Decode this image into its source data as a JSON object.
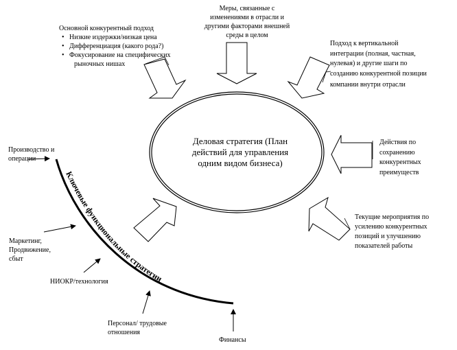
{
  "center": {
    "lines": [
      "Деловая стратегия (План",
      "действий для управления",
      "одним видом бизнеса)"
    ]
  },
  "top_left": {
    "title": "Основной конкурентный подход",
    "bullets": [
      "Низкие издержки/низкая цена",
      "Дифференциация (какого рода?)",
      "Фокусирование на специфических"
    ],
    "continuation": "рыночных нишах"
  },
  "top_center": {
    "lines": [
      "Меры, связанные с",
      "изменениями в отрасли и",
      "другими факторами внешней",
      "среды в целом"
    ]
  },
  "top_right": {
    "lines": [
      "Подход к вертикальной",
      "интеграции (полная, частная,",
      "нулевая) и другие шаги по",
      "созданию конкурентной позиции",
      "компании внутри отрасли"
    ]
  },
  "right": {
    "lines": [
      "Действия по",
      "сохранению",
      "конкурентных",
      "преимуществ"
    ]
  },
  "bottom_right": {
    "lines": [
      "Текущие мероприятия по",
      "усилению конкурентных",
      "позиций и улучшению",
      "показателей работы"
    ]
  },
  "functional": {
    "arc_label": "Ключевые функциональные стратегии",
    "production": [
      "Производство и",
      "операции"
    ],
    "marketing": [
      "Маркетинг,",
      "Продвижение,",
      "сбыт"
    ],
    "rnd": "НИОКР/технология",
    "personnel": [
      "Персонал/ трудовые",
      "отношения"
    ],
    "finance": "Финансы"
  },
  "colors": {
    "stroke": "#000000",
    "background": "#ffffff"
  }
}
